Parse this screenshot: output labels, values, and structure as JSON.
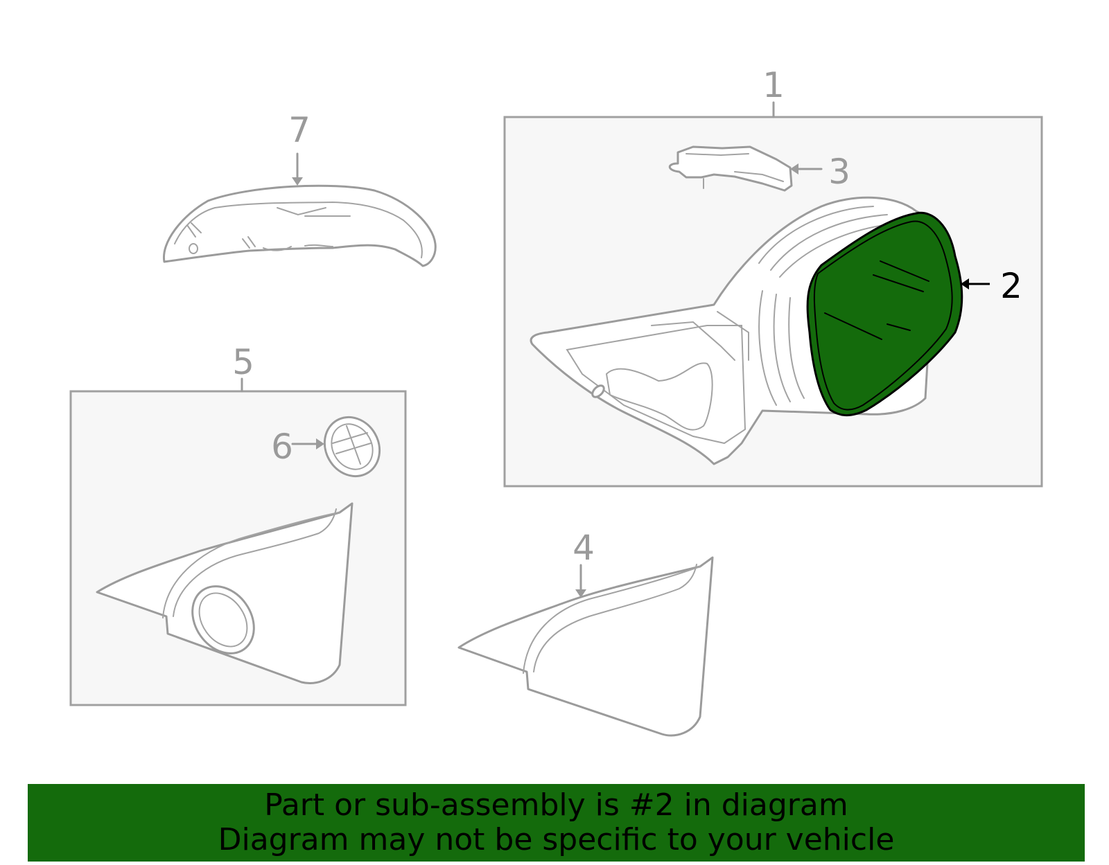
{
  "callouts": {
    "c1": "1",
    "c2": "2",
    "c3": "3",
    "c4": "4",
    "c5": "5",
    "c6": "6",
    "c7": "7"
  },
  "highlight": {
    "part_number": "2",
    "color": "#146b0c"
  },
  "banner": {
    "line1": "Part or sub-assembly is #2 in diagram",
    "line2": "Diagram may not be specific to your vehicle",
    "background": "#146b0c"
  }
}
